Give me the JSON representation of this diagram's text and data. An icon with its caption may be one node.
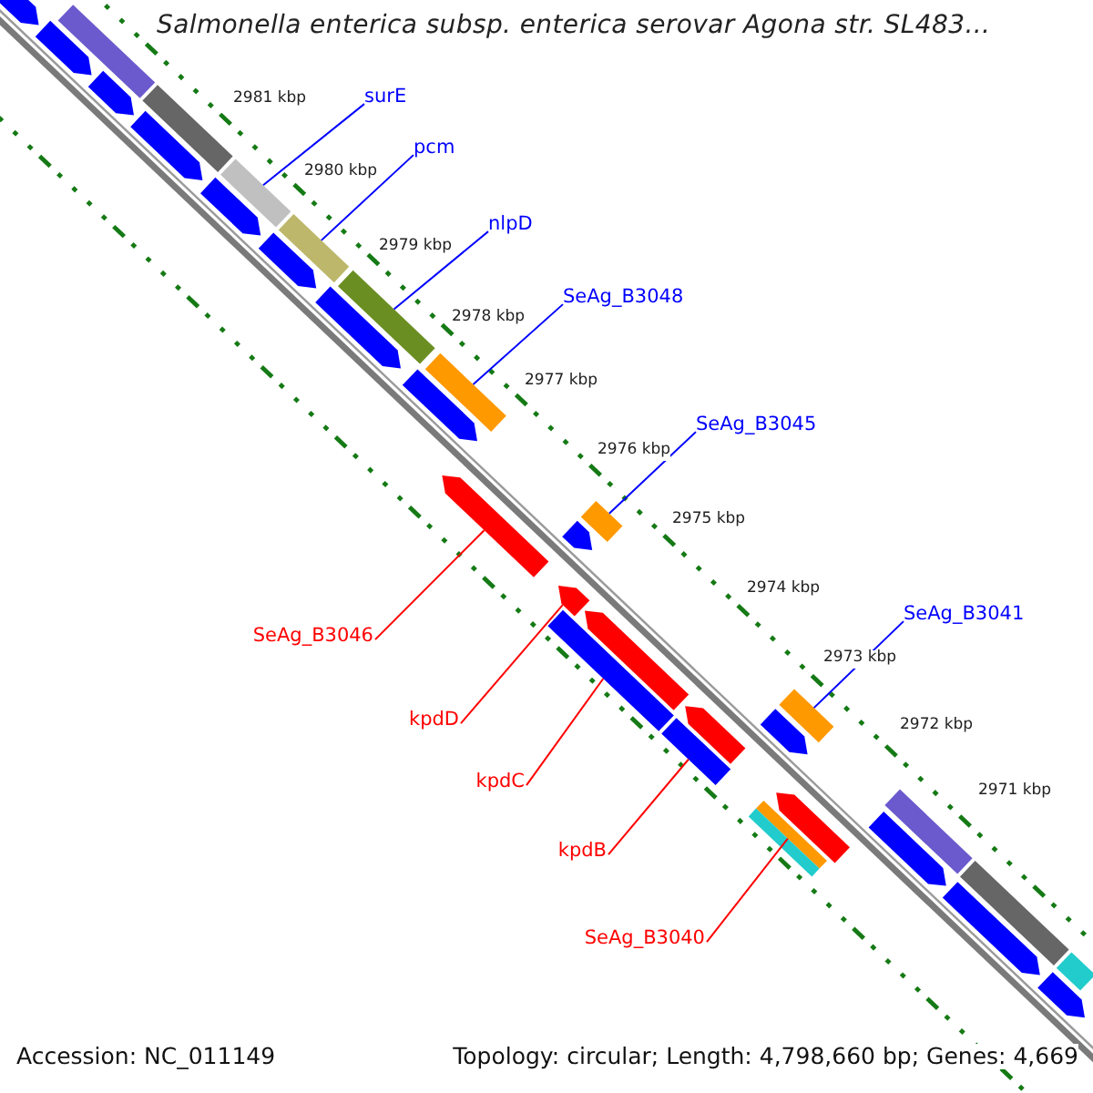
{
  "diagram": {
    "title": "Salmonella enterica subsp. enterica serovar Agona str. SL483...",
    "nodes": [
      {
        "text": [
          "surE"
        ]
      },
      {
        "text": [],
        "shape": "bar"
      },
      {
        "text": [
          "pcm"
        ]
      },
      {
        "text": [],
        "shape": "bar"
      },
      {
        "text": [
          "nlpD"
        ]
      },
      {
        "text": [],
        "shape": "bar"
      },
      {
        "text": [
          "SeAg_B3048"
        ]
      },
      {
        "text": [],
        "shape": "bar"
      },
      {
        "text": [
          "SeAg_B3045"
        ]
      },
      {
        "text": [],
        "shape": "bar"
      },
      {
        "text": [
          "SeAg_B3041"
        ]
      },
      {
        "text": [],
        "shape": "bar"
      },
      {
        "text": [
          "SeAg_B3046"
        ]
      },
      {
        "text": [],
        "shape": "arrow"
      },
      {
        "text": [
          "kpdD"
        ]
      },
      {
        "text": [],
        "shape": "arrow"
      },
      {
        "text": [
          "kpdC"
        ]
      },
      {
        "text": [],
        "shape": "bar"
      },
      {
        "text": [
          "kpdB"
        ]
      },
      {
        "text": [],
        "shape": "bar"
      },
      {
        "text": [
          "SeAg_B3040"
        ]
      },
      {
        "text": [],
        "shape": "bar"
      },
      {
        "text": [],
        "shape": "arrow"
      },
      {
        "text": [],
        "shape": "arrow"
      },
      {
        "text": [],
        "shape": "bar"
      },
      {
        "text": [],
        "shape": "arrow"
      },
      {
        "text": [],
        "shape": "bar"
      },
      {
        "text": [],
        "shape": "arrow"
      },
      {
        "text": [],
        "shape": "arrow"
      },
      {
        "text": [],
        "shape": "arrow"
      },
      {
        "text": [],
        "shape": "arrow"
      },
      {
        "text": [],
        "shape": "arrow"
      },
      {
        "text": [],
        "shape": "arrow"
      },
      {
        "text": [],
        "shape": "arrow"
      },
      {
        "text": [],
        "shape": "arrow"
      },
      {
        "text": [],
        "shape": "arrow"
      },
      {
        "text": [],
        "shape": "bar"
      },
      {
        "text": [],
        "shape": "arrow"
      },
      {
        "text": [],
        "shape": "bar"
      },
      {
        "text": [],
        "shape": "arrow"
      },
      {
        "text": [],
        "shape": "bar"
      },
      {
        "text": [],
        "shape": "arrow"
      },
      {
        "text": [],
        "shape": "bar"
      },
      {
        "text": [],
        "shape": "arrow"
      }
    ],
    "edges": [
      {
        "from": 0,
        "to": 1,
        "arrow": "none"
      },
      {
        "from": 2,
        "to": 3,
        "arrow": "none"
      },
      {
        "from": 4,
        "to": 5,
        "arrow": "none"
      },
      {
        "from": 6,
        "to": 7,
        "arrow": "none"
      },
      {
        "from": 8,
        "to": 9,
        "arrow": "none"
      },
      {
        "from": 10,
        "to": 11,
        "arrow": "none"
      },
      {
        "from": 12,
        "to": 13,
        "arrow": "none",
        "color": "#ff0000"
      },
      {
        "from": 14,
        "to": 15,
        "arrow": "none",
        "color": "#ff0000"
      },
      {
        "from": 16,
        "to": 17,
        "arrow": "none",
        "color": "#ff0000"
      },
      {
        "from": 18,
        "to": 19,
        "arrow": "none",
        "color": "#ff0000"
      },
      {
        "from": 20,
        "to": 21,
        "arrow": "none",
        "color": "#ff0000"
      }
    ],
    "labels": [
      "2981 kbp",
      "2980 kbp",
      "2979 kbp",
      "2978 kbp",
      "2977 kbp",
      "2976 kbp",
      "2975 kbp",
      "2974 kbp",
      "2973 kbp",
      "2972 kbp",
      "2971 kbp",
      "Accession: NC_011149",
      "Topology: circular; Length: 4,798,660 bp; Genes: 4,669"
    ]
  }
}
